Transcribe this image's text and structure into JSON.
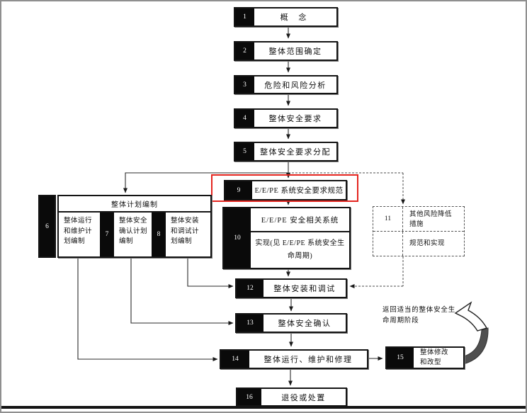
{
  "colors": {
    "highlight_box": "#e4251f",
    "box_border": "#141414",
    "line": "#2a2a2a",
    "number_cell_bg": "#0a0a0a",
    "number_cell_text": "#ffffff"
  },
  "boxes": {
    "b1": {
      "num": "1",
      "label": "概 念"
    },
    "b2": {
      "num": "2",
      "label": "整体范围确定"
    },
    "b3": {
      "num": "3",
      "label": "危险和风险分析"
    },
    "b4": {
      "num": "4",
      "label": "整体安全要求"
    },
    "b5": {
      "num": "5",
      "label": "整体安全要求分配"
    },
    "b9": {
      "num": "9",
      "label": "E/E/PE 系统安全要求规范",
      "highlighted": true
    },
    "b10": {
      "num": "10",
      "label_top": "E/E/PE 安全相关系统",
      "label_bottom": "实现(见 E/E/PE 系统安全生命周期)"
    },
    "b11": {
      "num": "11",
      "label_top": "其他风险降低措施",
      "label_bottom": "规范和实现"
    },
    "b12": {
      "num": "12",
      "label": "整体安装和调试"
    },
    "b13": {
      "num": "13",
      "label": "整体安全确认"
    },
    "b14": {
      "num": "14",
      "label": "整体运行、维护和修理"
    },
    "b15": {
      "num": "15",
      "label": "整体修改和改型"
    },
    "b16": {
      "num": "16",
      "label": "退役或处置"
    }
  },
  "planning": {
    "header": "整体计划编制",
    "items": [
      {
        "num": "6",
        "label": "整体运行和维护计划编制"
      },
      {
        "num": "7",
        "label": "整体安全确认计划编制"
      },
      {
        "num": "8",
        "label": "整体安装和调试计划编制"
      }
    ]
  },
  "annotations": {
    "return_note": "返回适当的整体安全生命周期阶段"
  }
}
